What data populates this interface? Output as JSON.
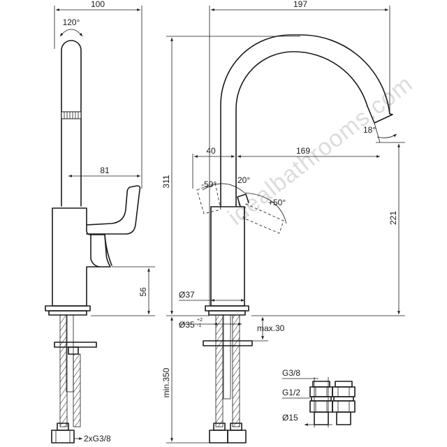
{
  "watermark": "idealbathrooms.com",
  "side_view": {
    "dim_width": "100",
    "dim_swivel": "120°",
    "dim_lever": "81",
    "dim_base": "56",
    "dim_hoses": "2xG3/8"
  },
  "front_view": {
    "dim_width": "197",
    "dim_height": "311",
    "dim_spout_height": "221",
    "dim_offset": "40",
    "dim_reach": "169",
    "angle_left": "-50°",
    "angle_mid": "20°",
    "angle_right": "+50°",
    "angle_spout": "18°",
    "dim_body_dia": "Ø37",
    "dim_hole_dia": "Ø35",
    "tol_upper": "+2",
    "tol_lower": "-1",
    "dim_deck": "max.30",
    "dim_min_length": "min.350"
  },
  "connectors": {
    "thread_top": "G3/8",
    "thread_mid": "G1/2",
    "pipe_dia": "Ø15"
  }
}
